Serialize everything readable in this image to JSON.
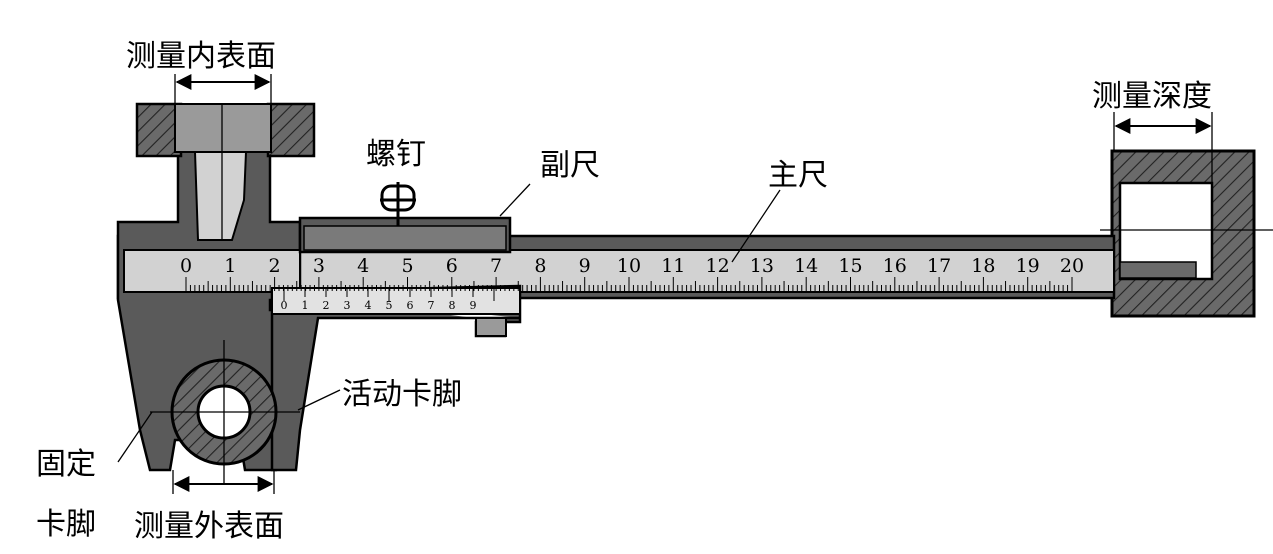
{
  "labels": {
    "inner_surface": "测量内表面",
    "screw": "螺钉",
    "vernier": "副尺",
    "main_scale": "主尺",
    "depth": "测量深度",
    "movable_jaw": "活动卡脚",
    "fixed_jaw_line1": "固定",
    "fixed_jaw_line2": "卡脚",
    "outer_surface": "测量外表面"
  },
  "main_scale_numbers": [
    "0",
    "1",
    "2",
    "3",
    "4",
    "5",
    "6",
    "7",
    "8",
    "9",
    "10",
    "11",
    "12",
    "13",
    "14",
    "15",
    "16",
    "17",
    "18",
    "19",
    "20"
  ],
  "vernier_numbers": [
    "0",
    "1",
    "2",
    "3",
    "4",
    "5",
    "6",
    "7",
    "8",
    "9"
  ]
}
